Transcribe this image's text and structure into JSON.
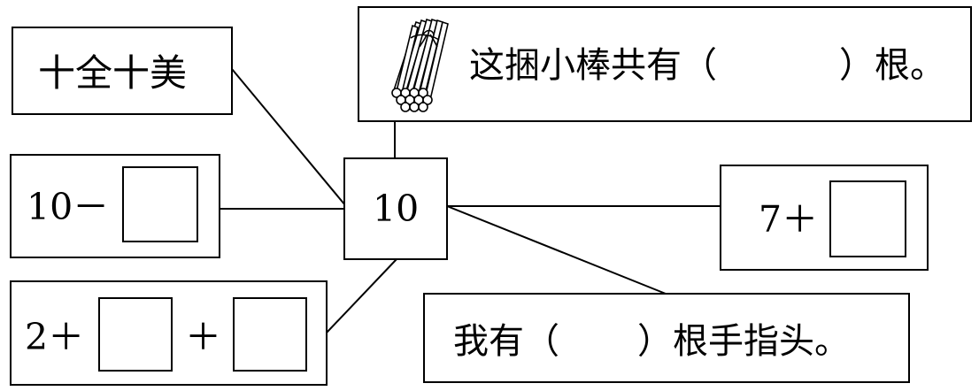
{
  "center": {
    "value": "10"
  },
  "idiom": {
    "text": "十全十美"
  },
  "subtraction": {
    "text": "10－"
  },
  "sum_three": {
    "first": "2＋",
    "middle": "＋"
  },
  "sticks": {
    "icon": "bundle-of-sticks",
    "prefix": "这捆小棒共有（",
    "suffix": "）根。"
  },
  "addition": {
    "text": "7＋"
  },
  "fingers": {
    "prefix": "我有（",
    "suffix": "）根手指头。"
  }
}
